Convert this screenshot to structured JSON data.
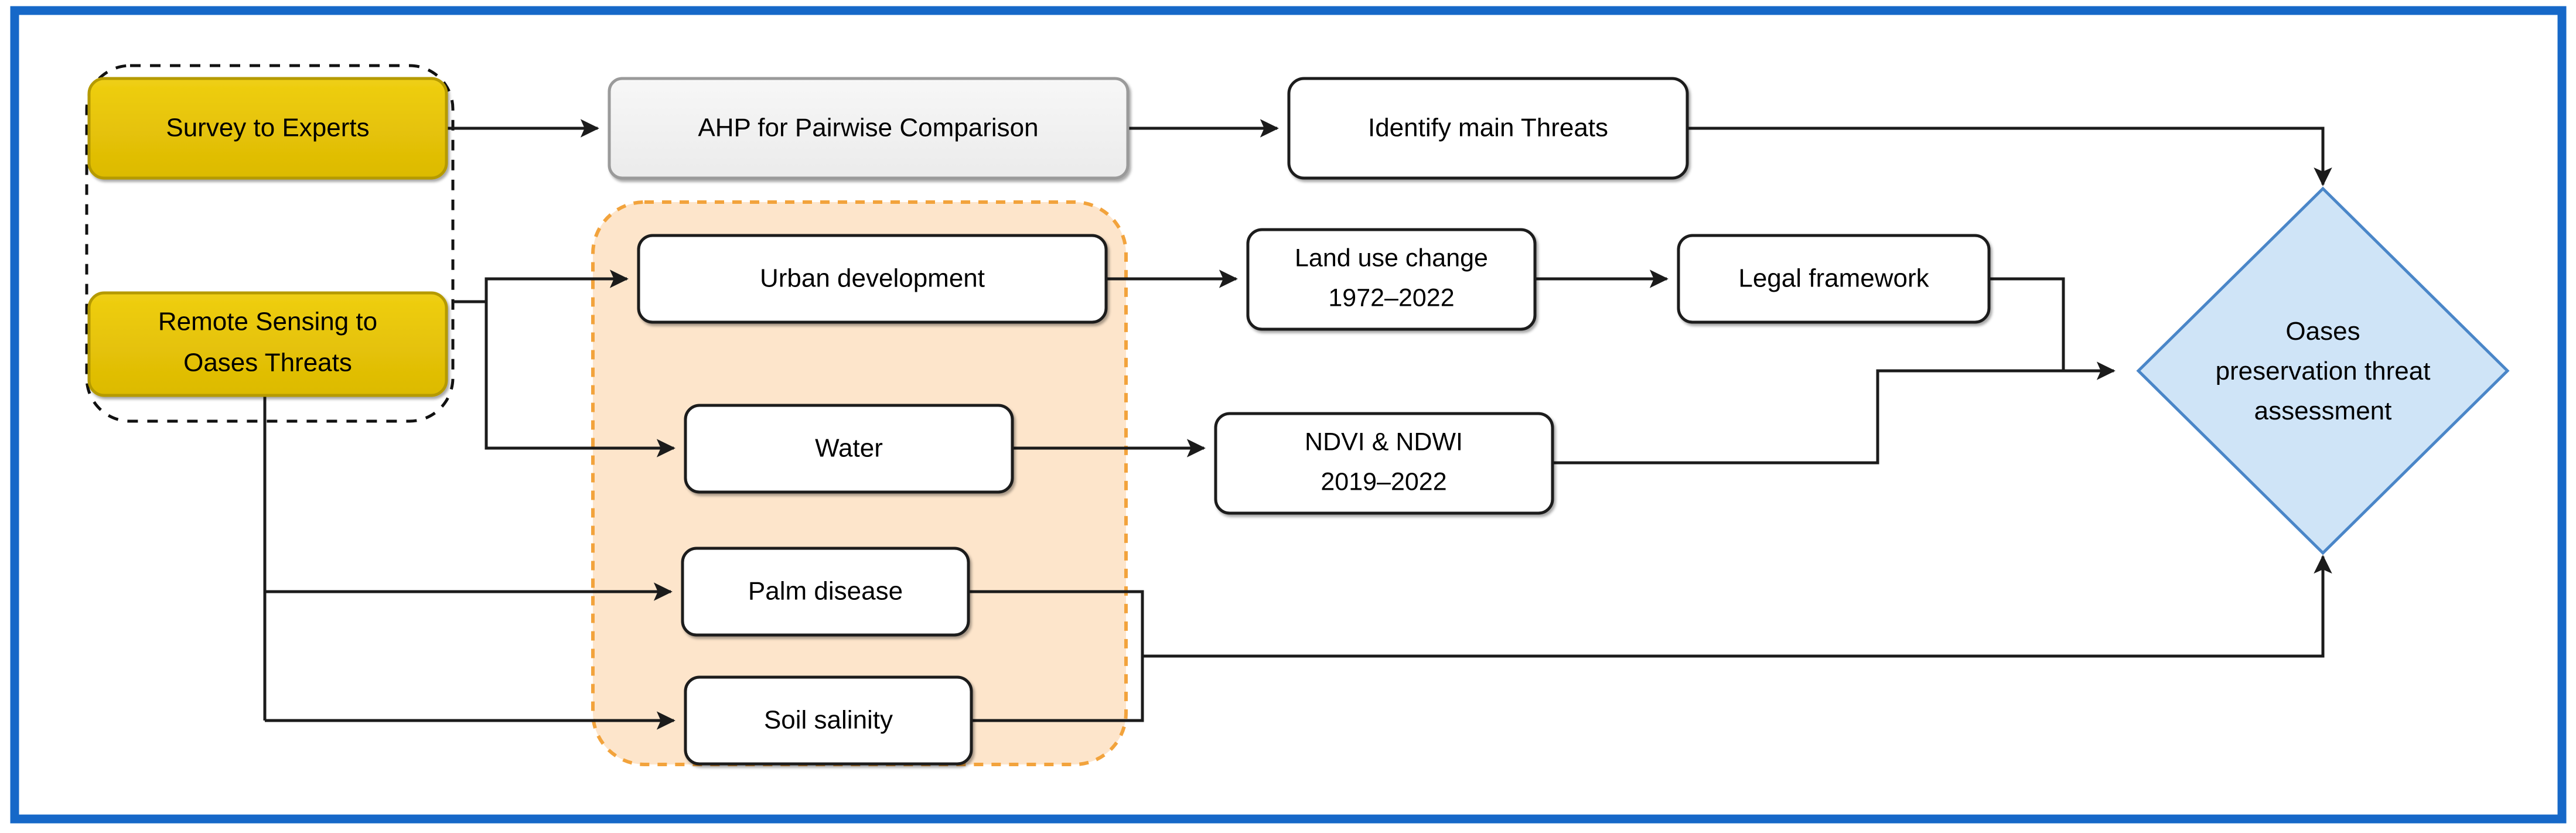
{
  "figure": {
    "type": "flowchart",
    "title": "Oases preservation threat assessment methodology flowchart",
    "frame_color": "#1668c8",
    "background": "#ffffff"
  },
  "groups": {
    "inputs_group": {
      "name": "inputs-dashed-group",
      "border_style": "dashed",
      "border_color": "#000000",
      "fill": "none"
    },
    "threats_group": {
      "name": "threats-highlight-group",
      "border_style": "dashed",
      "border_color": "#f2a33c",
      "fill": "#fde5cb"
    }
  },
  "nodes": {
    "survey": {
      "label": "Survey to Experts",
      "fill": "#e5c207",
      "stroke": "#b59a06",
      "shape": "rounded-rect"
    },
    "remote_sensing": {
      "line1": "Remote Sensing to",
      "line2": "Oases Threats",
      "fill": "#e5c207",
      "stroke": "#b59a06",
      "shape": "rounded-rect"
    },
    "ahp": {
      "label": "AHP for Pairwise Comparison",
      "fill": "#f0f0f0",
      "stroke": "#9a9a9a",
      "shape": "rounded-rect"
    },
    "identify_threats": {
      "label": "Identify main Threats",
      "fill": "#ffffff",
      "stroke": "#1b1b1b",
      "shape": "rounded-rect"
    },
    "urban_development": {
      "label": "Urban development",
      "fill": "#ffffff",
      "stroke": "#1b1b1b",
      "shape": "rounded-rect"
    },
    "water": {
      "label": "Water",
      "fill": "#ffffff",
      "stroke": "#1b1b1b",
      "shape": "rounded-rect"
    },
    "palm_disease": {
      "label": "Palm disease",
      "fill": "#ffffff",
      "stroke": "#1b1b1b",
      "shape": "rounded-rect"
    },
    "soil_salinity": {
      "label": "Soil salinity",
      "fill": "#ffffff",
      "stroke": "#1b1b1b",
      "shape": "rounded-rect"
    },
    "land_use_change": {
      "line1": "Land use change",
      "line2": "1972–2022",
      "fill": "#ffffff",
      "stroke": "#1b1b1b",
      "shape": "rounded-rect"
    },
    "ndvi_ndwi": {
      "line1": "NDVI & NDWI",
      "line2": "2019–2022",
      "fill": "#ffffff",
      "stroke": "#1b1b1b",
      "shape": "rounded-rect"
    },
    "legal_framework": {
      "label": "Legal framework",
      "fill": "#ffffff",
      "stroke": "#1b1b1b",
      "shape": "rounded-rect"
    },
    "assessment": {
      "line1": "Oases",
      "line2": "preservation threat",
      "line3": "assessment",
      "fill": "#cfe4f7",
      "stroke": "#4a86c8",
      "shape": "diamond"
    }
  },
  "edges": [
    {
      "from": "survey",
      "to": "ahp",
      "arrow": true
    },
    {
      "from": "ahp",
      "to": "identify_threats",
      "arrow": true
    },
    {
      "from": "identify_threats",
      "to": "assessment",
      "arrow": true
    },
    {
      "from": "remote_sensing",
      "to": "urban_development",
      "arrow": true
    },
    {
      "from": "remote_sensing",
      "to": "water",
      "arrow": true
    },
    {
      "from": "remote_sensing",
      "to": "palm_disease",
      "arrow": true
    },
    {
      "from": "remote_sensing",
      "to": "soil_salinity",
      "arrow": true
    },
    {
      "from": "urban_development",
      "to": "land_use_change",
      "arrow": true
    },
    {
      "from": "land_use_change",
      "to": "legal_framework",
      "arrow": true
    },
    {
      "from": "water",
      "to": "ndvi_ndwi",
      "arrow": true
    },
    {
      "from": "legal_framework",
      "to": "assessment",
      "arrow": true
    },
    {
      "from": "ndvi_ndwi",
      "to": "assessment",
      "arrow": true
    },
    {
      "from": "palm_disease",
      "to": "assessment",
      "arrow": true
    },
    {
      "from": "soil_salinity",
      "to": "assessment",
      "arrow": true
    }
  ]
}
